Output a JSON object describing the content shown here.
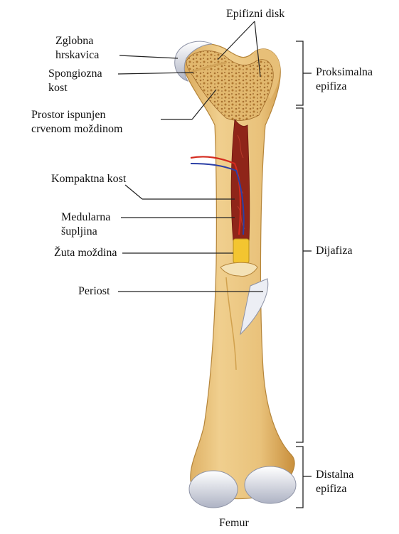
{
  "diagram": {
    "title": "Femur",
    "labels": {
      "epiphyseal_disc": "Epifizni disk",
      "articular_cartilage": [
        "Zglobna",
        "hrskavica"
      ],
      "spongy_bone": [
        "Spongiozna",
        "kost"
      ],
      "red_marrow_space": [
        "Prostor ispunjen",
        "crvenom moždinom"
      ],
      "compact_bone": "Kompaktna kost",
      "medullary_cavity": [
        "Medularna",
        "šupljina"
      ],
      "yellow_marrow": "Žuta moždina",
      "periosteum": "Periost",
      "proximal_epiphysis": [
        "Proksimalna",
        "epifiza"
      ],
      "diaphysis": "Dijafiza",
      "distal_epiphysis": [
        "Distalna",
        "epifiza"
      ]
    }
  },
  "colors": {
    "bone": "#e8c27a",
    "bone_shadow": "#c9963f",
    "spongy": "#d9ae63",
    "red_marrow": "#9c2a1c",
    "yellow_marrow": "#f3c530",
    "cartilage": "#c8ccd8",
    "artery": "#d42a1e",
    "vein": "#2b3fa6",
    "leader_line": "#222222"
  }
}
